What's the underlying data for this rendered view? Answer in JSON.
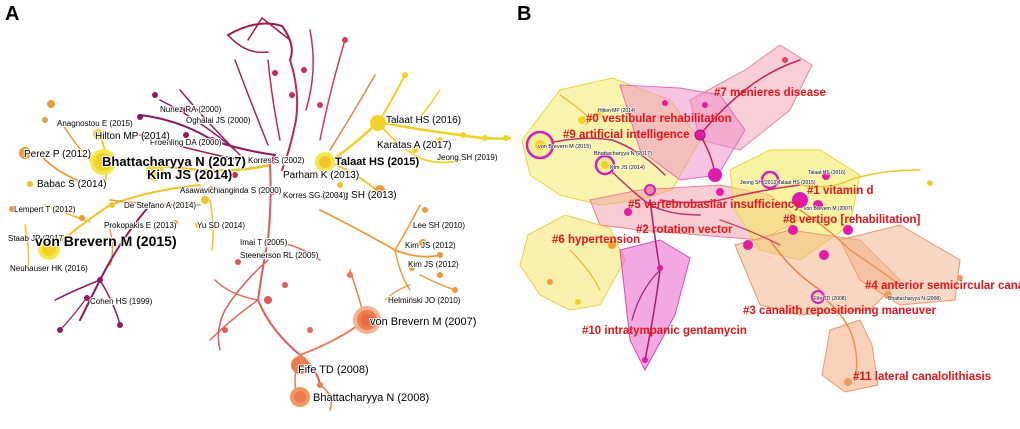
{
  "panels": {
    "a": {
      "letter": "A",
      "labels": [
        {
          "id": "nunez",
          "text": "Nunez RA (2000)"
        },
        {
          "id": "oghalai",
          "text": "Oghalai JS (2000)"
        },
        {
          "id": "froehling",
          "text": "Froehling DA (2000)"
        },
        {
          "id": "anagnostou",
          "text": "Anagnostou E (2015)"
        },
        {
          "id": "hilton",
          "text": "Hilton MP (2014)"
        },
        {
          "id": "perez",
          "text": "Perez P (2012)"
        },
        {
          "id": "bhatt2017",
          "text": "Bhattacharyya N (2017)"
        },
        {
          "id": "kim2014",
          "text": "Kim JS (2014)"
        },
        {
          "id": "babac",
          "text": "Babac S (2014)"
        },
        {
          "id": "korres2002",
          "text": "Korres S (2002)"
        },
        {
          "id": "asawa",
          "text": "Asawavichianginda S (2000)"
        },
        {
          "id": "lempert",
          "text": "Lempert T (2012)"
        },
        {
          "id": "destefano",
          "text": "De Stefano A (2014)"
        },
        {
          "id": "prokopakis",
          "text": "Prokopakis E (2013)"
        },
        {
          "id": "yusd",
          "text": "Yu SD (2014)"
        },
        {
          "id": "staab",
          "text": "Staab JP (2017)"
        },
        {
          "id": "vonb2015",
          "text": "von Brevern M (2015)"
        },
        {
          "id": "neuhauser",
          "text": "Neuhauser HK (2016)"
        },
        {
          "id": "cohen",
          "text": "Cohen HS (1999)"
        },
        {
          "id": "talaat2016",
          "text": "Talaat HS (2016)"
        },
        {
          "id": "karatas",
          "text": "Karatas A (2017)"
        },
        {
          "id": "talaat2015",
          "text": "Talaat HS (2015)"
        },
        {
          "id": "jeong2019",
          "text": "Jeong SH (2019)"
        },
        {
          "id": "parham",
          "text": "Parham K (2013)"
        },
        {
          "id": "jeong2013",
          "text": "Jeong SH (2013)"
        },
        {
          "id": "korressg",
          "text": "Korres SG (2004)"
        },
        {
          "id": "leesh",
          "text": "Lee SH (2010)"
        },
        {
          "id": "kim2012a",
          "text": "Kim JS (2012)"
        },
        {
          "id": "kim2012b",
          "text": "Kim JS (2012)"
        },
        {
          "id": "imai",
          "text": "Imai T (2005)"
        },
        {
          "id": "steenerson",
          "text": "Steenerson RL (2005)"
        },
        {
          "id": "helminski",
          "text": "Helminski JO (2010)"
        },
        {
          "id": "vonb2007",
          "text": "von Brevern M (2007)"
        },
        {
          "id": "fife",
          "text": "Fife TD (2008)"
        },
        {
          "id": "bhatt2008",
          "text": "Bhattacharyya N (2008)"
        }
      ]
    },
    "b": {
      "letter": "B",
      "clusters": [
        {
          "id": "c7",
          "text": "#7 menieres disease"
        },
        {
          "id": "c0",
          "text": "#0 vestibular rehabilitation"
        },
        {
          "id": "c9",
          "text": "#9 artificial intelligence"
        },
        {
          "id": "c1",
          "text": "#1 vitamin d"
        },
        {
          "id": "c5",
          "text": "#5 vertebrobasilar insufficiency"
        },
        {
          "id": "c8",
          "text": "#8 vertigo [rehabilitation]"
        },
        {
          "id": "c6",
          "text": "#6 hypertension"
        },
        {
          "id": "c2",
          "text": "#2 rotation vector"
        },
        {
          "id": "c4",
          "text": "#4 anterior semicircular canal"
        },
        {
          "id": "c3",
          "text": "#3 canalith repositioning maneuver"
        },
        {
          "id": "c10",
          "text": "#10 intratympanic gentamycin"
        },
        {
          "id": "c11",
          "text": "#11 lateral canalolithiasis"
        }
      ],
      "labels": [
        {
          "id": "hilton",
          "text": "Hilton MP (2014)"
        },
        {
          "id": "vonb2015",
          "text": "von Brevern M (2015)"
        },
        {
          "id": "bhatt2017",
          "text": "Bhattacharyya N (2017)"
        },
        {
          "id": "kim2014",
          "text": "Kim JS (2014)"
        },
        {
          "id": "talaat2016",
          "text": "Talaat HS (2016)"
        },
        {
          "id": "talaat2015",
          "text": "Talaat HS (2015)"
        },
        {
          "id": "jeong2013",
          "text": "Jeong SH (2013)"
        },
        {
          "id": "vonb2007",
          "text": "von Brevern M (2007)"
        },
        {
          "id": "fife",
          "text": "Fife TD (2008)"
        },
        {
          "id": "bhatt2008",
          "text": "Bhattacharyya N (2008)"
        }
      ]
    }
  },
  "colors": {
    "yellow": "#f2e21d",
    "orange": "#ee9a3a",
    "salmon": "#ef7b52",
    "red": "#e0435a",
    "crimson": "#c4174e",
    "purple": "#8e1a5e",
    "magenta": "#e51aa6",
    "clusterText": "#e8141a"
  }
}
